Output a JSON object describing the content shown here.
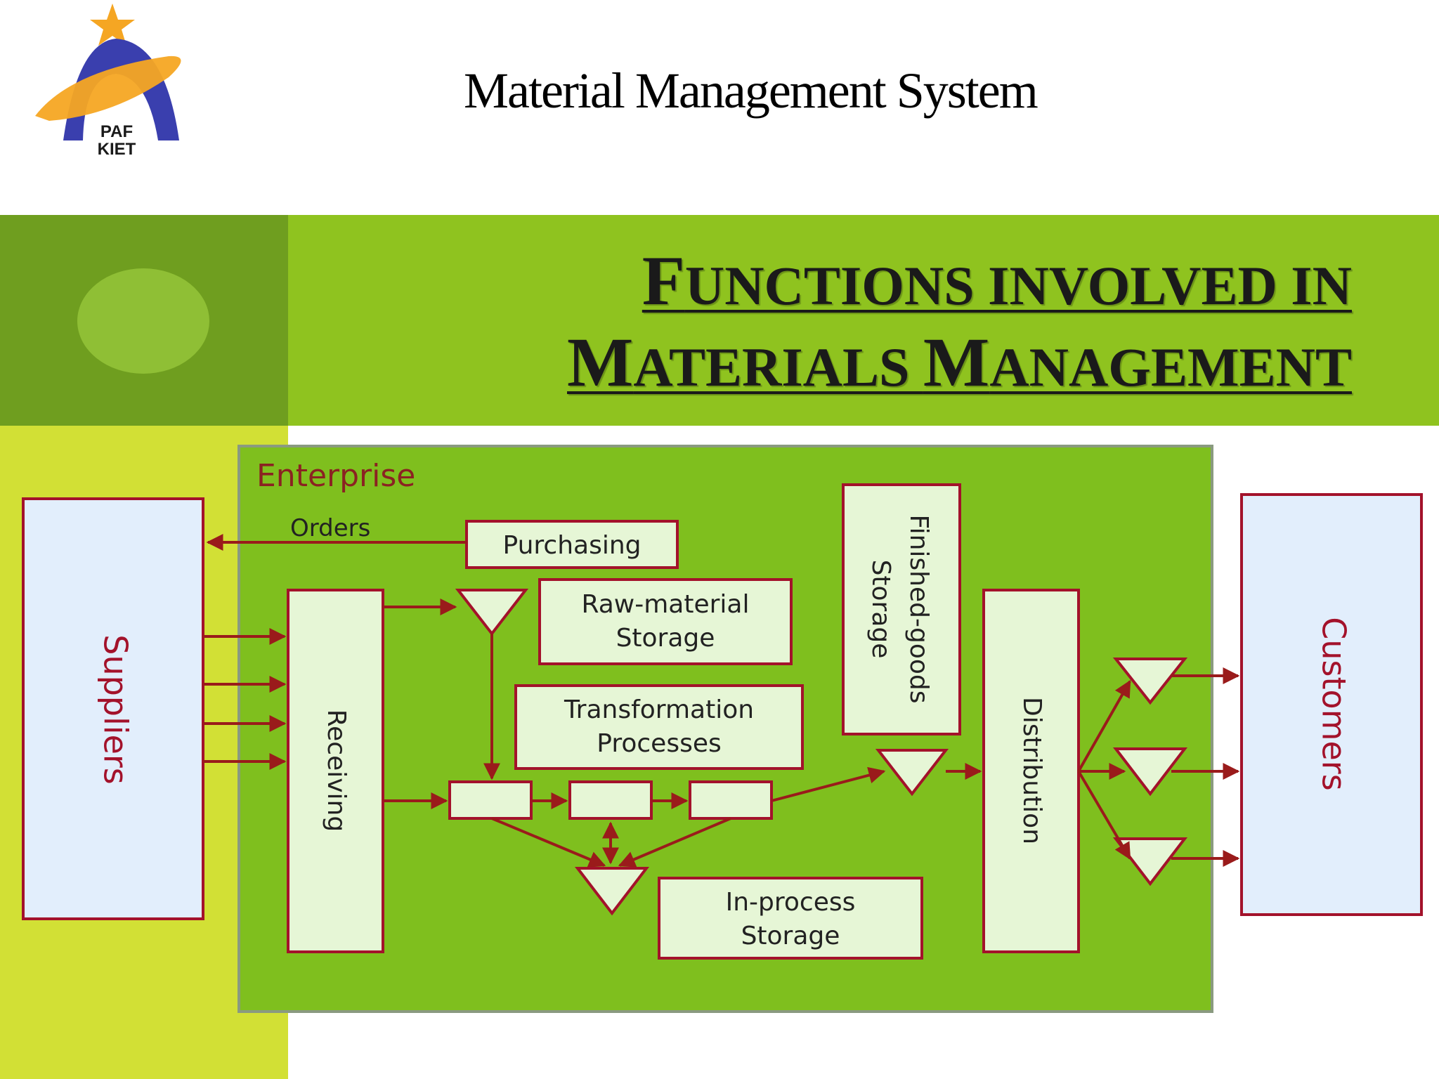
{
  "slide": {
    "title": "Material Management System",
    "logo_text": [
      "PAF",
      "KIET"
    ]
  },
  "heading": {
    "line1_big1": "F",
    "line1_small1": "UNCTIONS INVOLVED IN",
    "line2_big1": "M",
    "line2_small1": "ATERIALS ",
    "line2_big2": "M",
    "line2_small2": "ANAGEMENT"
  },
  "diagram": {
    "enterprise_label": "Enterprise",
    "orders_label": "Orders",
    "suppliers": "Suppliers",
    "customers": "Customers",
    "receiving": "Receiving",
    "purchasing": "Purchasing",
    "raw_material_storage": [
      "Raw-material",
      "Storage"
    ],
    "transformation_processes": [
      "Transformation",
      "Processes"
    ],
    "in_process_storage": [
      "In-process",
      "Storage"
    ],
    "finished_goods_storage": [
      "Finished-goods",
      "Storage"
    ],
    "distribution": "Distribution"
  },
  "colors": {
    "frame_red": "#a3122b",
    "arrow_red": "#9a1b1b",
    "enterprise_green": "#7fbf1e",
    "box_fill": "#e6f6d6",
    "side_box_fill": "#e2eefc",
    "label_text": "#8b2222"
  }
}
